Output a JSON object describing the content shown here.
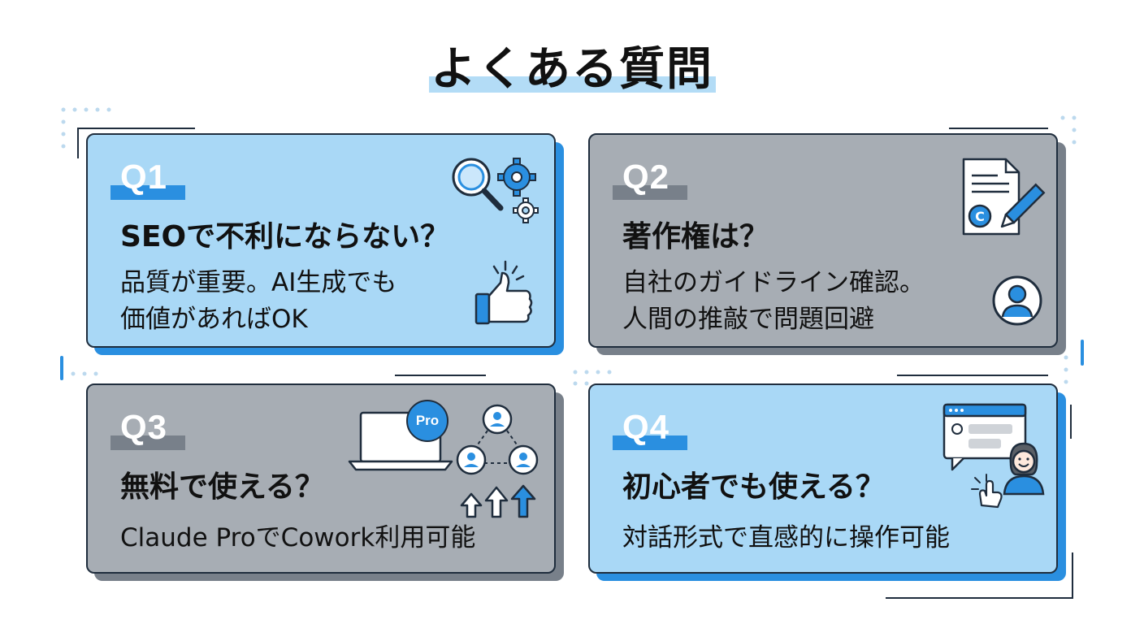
{
  "title": "よくある質問",
  "colors": {
    "accent": "#2a8fe0",
    "card_blue": "#a9d8f6",
    "card_gray": "#a7adb4",
    "outline": "#1f2d3d"
  },
  "faq": [
    {
      "tag": "Q1",
      "question": "SEOで不利にならない？",
      "answer": [
        "品質が重要。AI生成でも",
        "価値があればOK"
      ],
      "icons": [
        "search-icon",
        "gear-icon",
        "thumbs-up-icon"
      ]
    },
    {
      "tag": "Q2",
      "question": "著作権は？",
      "answer": [
        "自社のガイドライン確認。",
        "人間の推敲で問題回避"
      ],
      "icons": [
        "copyright-document-icon",
        "pencil-icon",
        "user-icon"
      ]
    },
    {
      "tag": "Q3",
      "question": "無料で使える？",
      "answer": [
        "Claude ProでCowork利用可能"
      ],
      "badge": "Pro",
      "icons": [
        "laptop-icon",
        "team-network-icon",
        "upload-arrows-icon"
      ]
    },
    {
      "tag": "Q4",
      "question": "初心者でも使える？",
      "answer": [
        "対話形式で直感的に操作可能"
      ],
      "icons": [
        "chat-window-icon",
        "person-avatar-icon",
        "tap-hand-icon"
      ]
    }
  ]
}
